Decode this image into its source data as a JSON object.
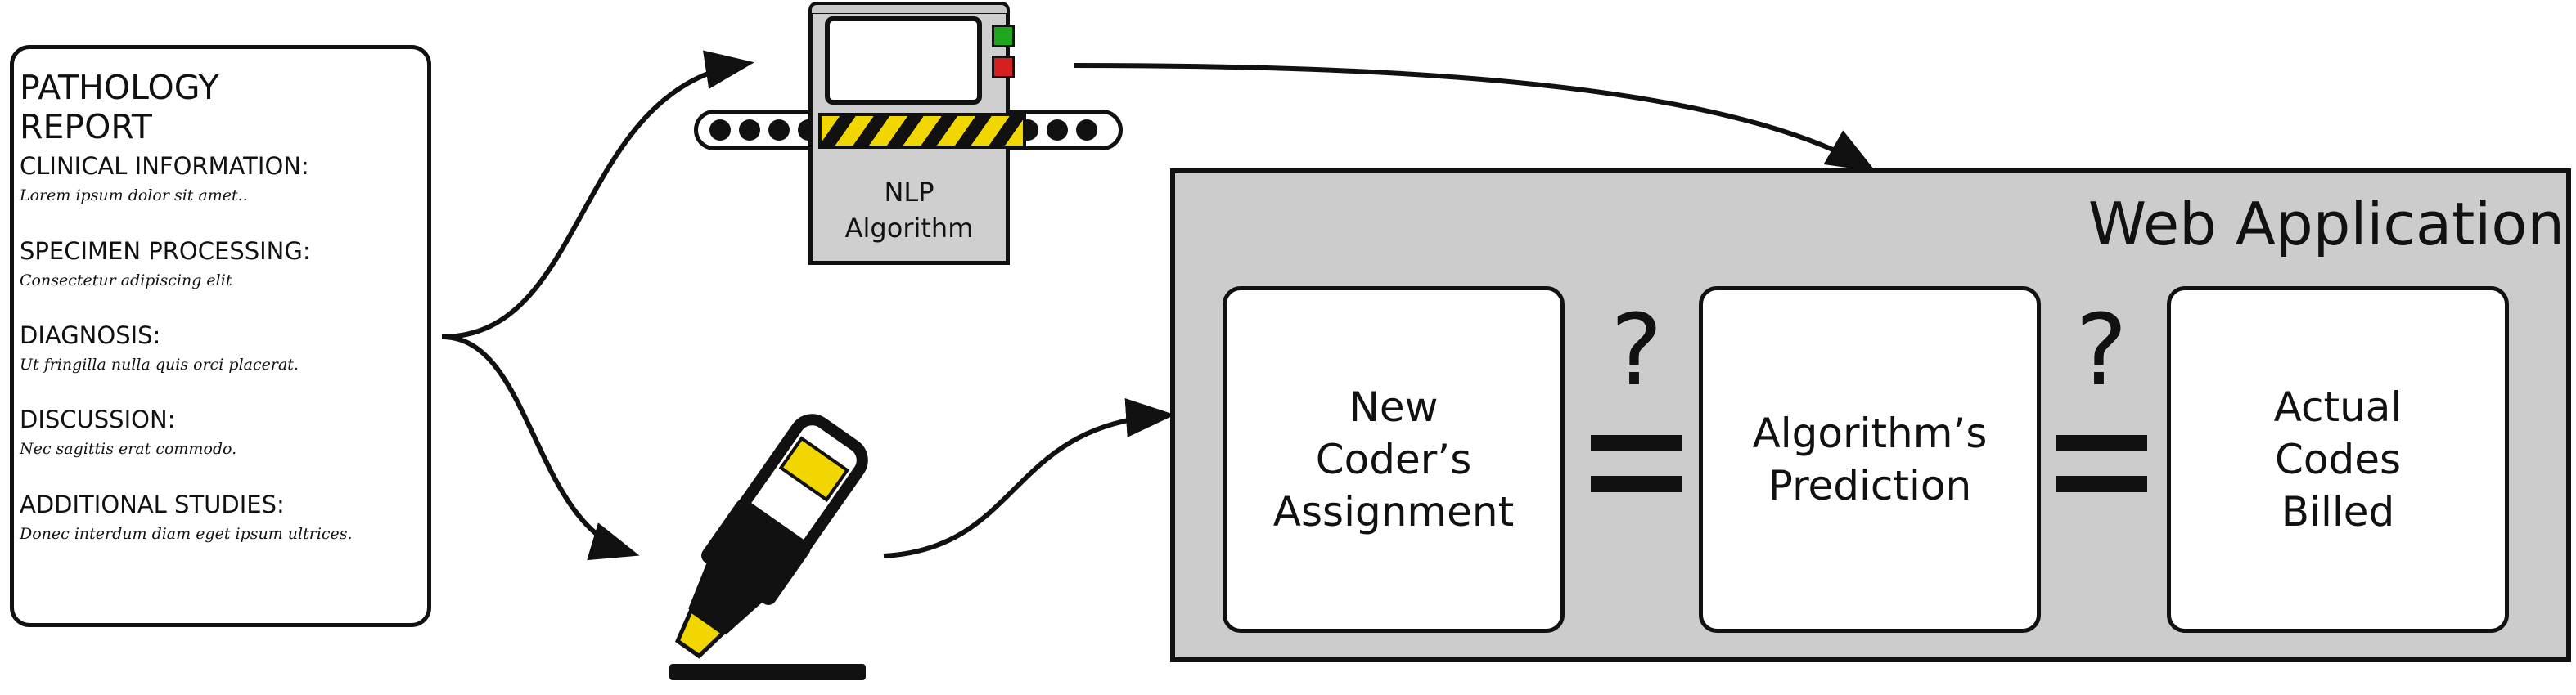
{
  "report": {
    "title_line1": "PATHOLOGY",
    "title_line2": "REPORT",
    "sections": [
      {
        "heading": "CLINICAL INFORMATION:",
        "text": "Lorem ipsum dolor sit amet.."
      },
      {
        "heading": "SPECIMEN PROCESSING:",
        "text": "Consectetur adipiscing elit"
      },
      {
        "heading": "DIAGNOSIS:",
        "text": "Ut fringilla nulla quis orci placerat."
      },
      {
        "heading": "DISCUSSION:",
        "text": "Nec sagittis erat commodo."
      },
      {
        "heading": "ADDITIONAL STUDIES:",
        "text": "Donec interdum diam eget ipsum ultrices."
      }
    ]
  },
  "nlp": {
    "label_line1": "NLP",
    "label_line2": "Algorithm"
  },
  "webapp": {
    "title": "Web Application",
    "cards": [
      {
        "text": "New\nCoder’s\nAssignment"
      },
      {
        "text": "Algorithm’s\nPrediction"
      },
      {
        "text": "Actual\nCodes\nBilled"
      }
    ],
    "comparison_symbol": "?"
  },
  "colors": {
    "panel_gray": "#cccccc",
    "highlighter_yellow": "#f2d600",
    "led_green": "#1fa61f",
    "led_red": "#d42020",
    "outline": "#111111"
  }
}
